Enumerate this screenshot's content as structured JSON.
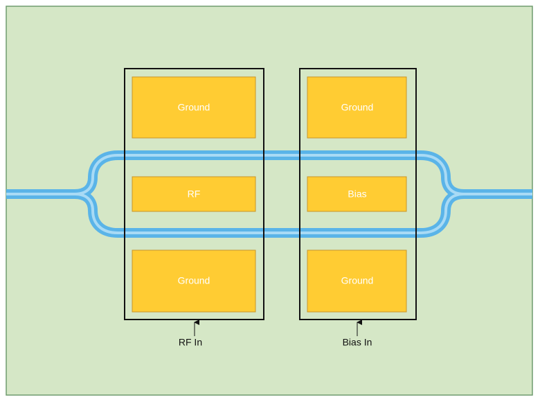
{
  "colors": {
    "substrate": "#d5e7c6",
    "substrate_border": "#6f9b6f",
    "pad_fill": "#ffcc33",
    "pad_border": "#c8952a",
    "waveguide_outer": "#5ab4e8",
    "waveguide_inner": "#a8daf5",
    "probe_frame": "#111111"
  },
  "electrodes": {
    "rf": {
      "top_pad": "Ground",
      "signal_pad": "RF",
      "bottom_pad": "Ground",
      "input_label": "RF In"
    },
    "bias": {
      "top_pad": "Ground",
      "signal_pad": "Bias",
      "bottom_pad": "Ground",
      "input_label": "Bias In"
    }
  }
}
